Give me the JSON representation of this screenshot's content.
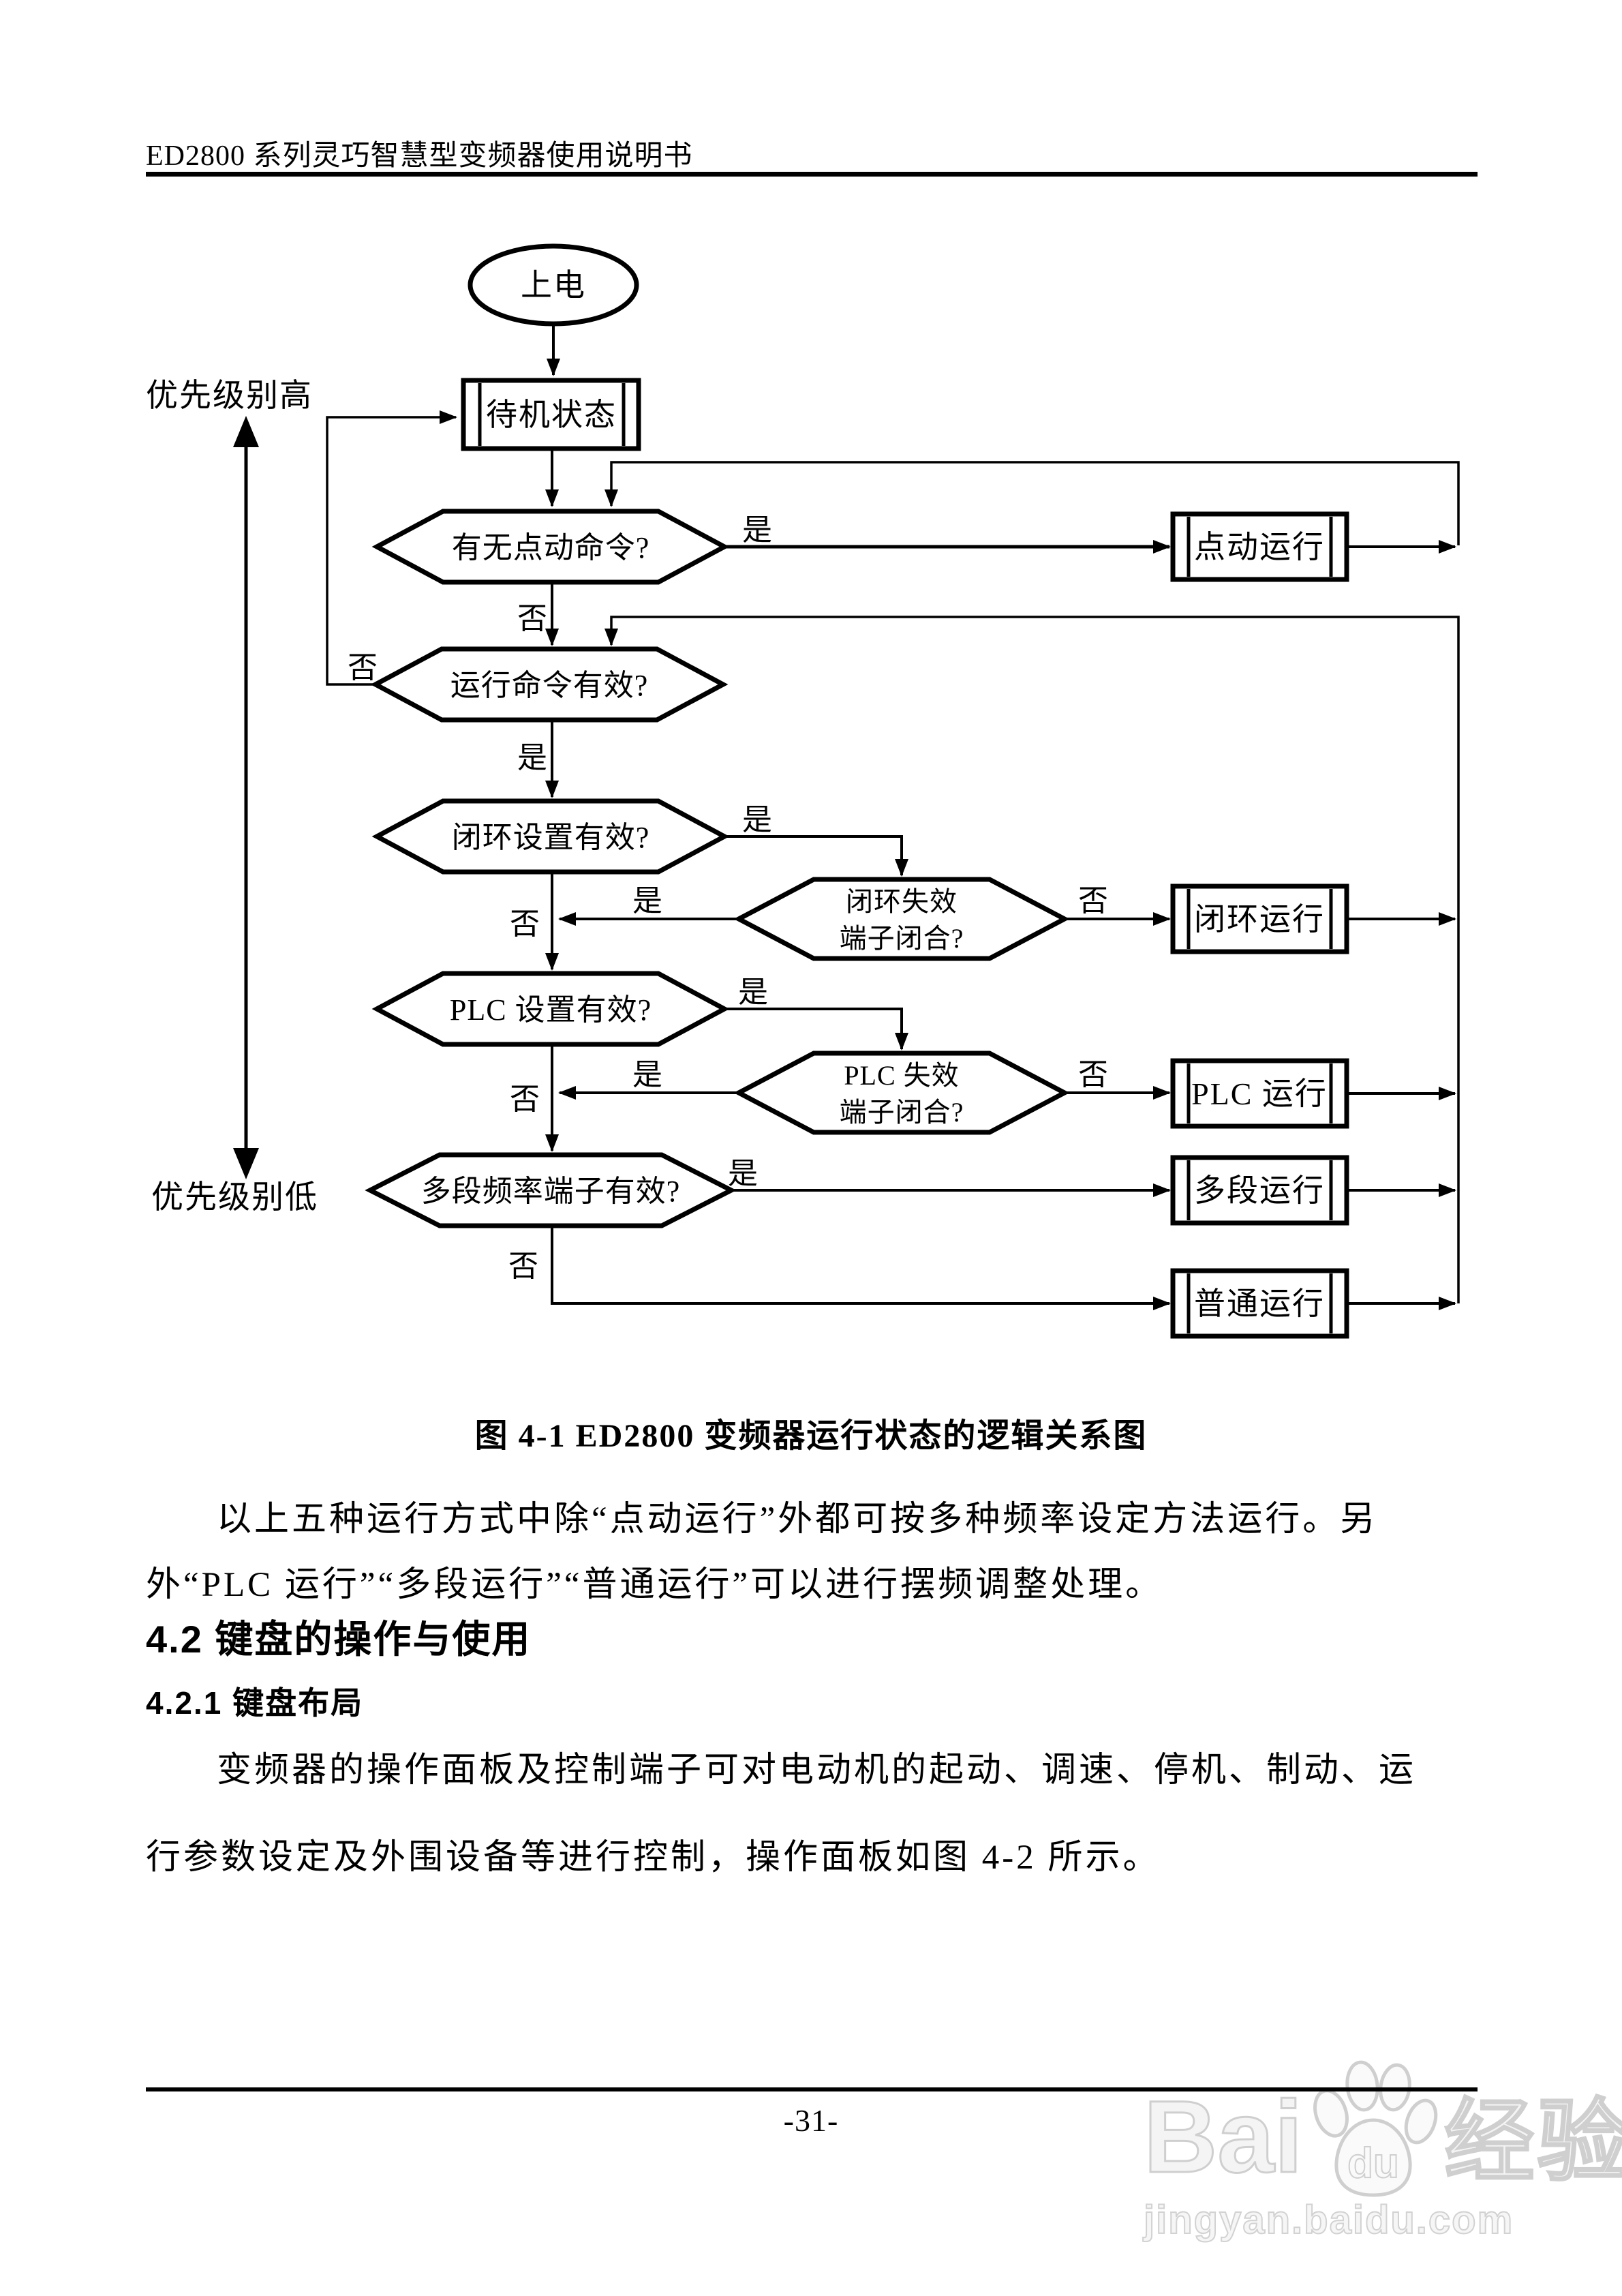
{
  "page": {
    "ink": "#000000",
    "background": "#ffffff",
    "watermark_color": "#cfcfcf"
  },
  "header": {
    "title": "ED2800 系列灵巧智慧型变频器使用说明书"
  },
  "flowchart": {
    "priority_high": "优先级别高",
    "priority_low": "优先级别低",
    "yes": "是",
    "no": "否",
    "nodes": {
      "start": {
        "label": "上电"
      },
      "standby": {
        "label": "待机状态"
      },
      "jog_cmd": {
        "label": "有无点动命令?"
      },
      "run_cmd": {
        "label": "运行命令有效?"
      },
      "loop_set": {
        "label": "闭环设置有效?"
      },
      "loop_fail": {
        "line1": "闭环失效",
        "line2": "端子闭合?"
      },
      "plc_set": {
        "label": "PLC 设置有效?"
      },
      "plc_fail": {
        "line1": "PLC 失效",
        "line2": "端子闭合?"
      },
      "multi_freq": {
        "label": "多段频率端子有效?"
      },
      "jog_run": {
        "label": "点动运行"
      },
      "loop_run": {
        "label": "闭环运行"
      },
      "plc_run": {
        "label": "PLC 运行"
      },
      "multi_run": {
        "label": "多段运行"
      },
      "normal_run": {
        "label": "普通运行"
      }
    }
  },
  "figure": {
    "caption": "图 4-1  ED2800 变频器运行状态的逻辑关系图"
  },
  "paragraph1": {
    "line1": "以上五种运行方式中除“点动运行”外都可按多种频率设定方法运行。另",
    "line2": "外“PLC 运行”“多段运行”“普通运行”可以进行摆频调整处理。"
  },
  "section": {
    "heading": "4.2 键盘的操作与使用",
    "subheading": "4.2.1  键盘布局"
  },
  "paragraph2": {
    "line1": "变频器的操作面板及控制端子可对电动机的起动、调速、停机、制动、运",
    "line2": "行参数设定及外围设备等进行控制，操作面板如图 4-2 所示。"
  },
  "footer": {
    "page_number": "-31-"
  },
  "watermark": {
    "bai": "Bai",
    "du": "du",
    "suffix": "经验",
    "url": "jingyan.baidu.com"
  }
}
